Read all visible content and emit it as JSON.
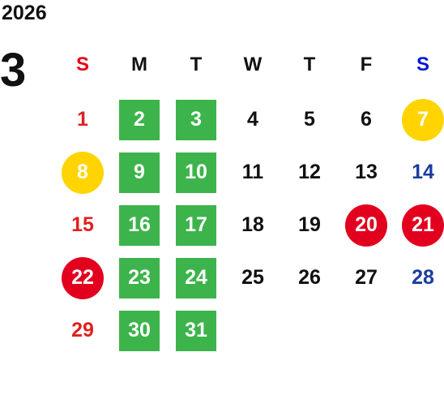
{
  "calendar": {
    "year": "2026",
    "month": "3",
    "weekdays": [
      "S",
      "M",
      "T",
      "W",
      "T",
      "F",
      "S"
    ],
    "weeks": [
      [
        {
          "day": "1",
          "style": "sun"
        },
        {
          "day": "2",
          "style": "green"
        },
        {
          "day": "3",
          "style": "green"
        },
        {
          "day": "4",
          "style": "normal"
        },
        {
          "day": "5",
          "style": "normal"
        },
        {
          "day": "6",
          "style": "normal"
        },
        {
          "day": "7",
          "style": "yellow-circle"
        }
      ],
      [
        {
          "day": "8",
          "style": "yellow-circle"
        },
        {
          "day": "9",
          "style": "green"
        },
        {
          "day": "10",
          "style": "green"
        },
        {
          "day": "11",
          "style": "normal"
        },
        {
          "day": "12",
          "style": "normal"
        },
        {
          "day": "13",
          "style": "normal"
        },
        {
          "day": "14",
          "style": "sat"
        }
      ],
      [
        {
          "day": "15",
          "style": "sun"
        },
        {
          "day": "16",
          "style": "green"
        },
        {
          "day": "17",
          "style": "green"
        },
        {
          "day": "18",
          "style": "normal"
        },
        {
          "day": "19",
          "style": "normal"
        },
        {
          "day": "20",
          "style": "red-circle"
        },
        {
          "day": "21",
          "style": "red-circle"
        }
      ],
      [
        {
          "day": "22",
          "style": "red-circle"
        },
        {
          "day": "23",
          "style": "green"
        },
        {
          "day": "24",
          "style": "green"
        },
        {
          "day": "25",
          "style": "normal"
        },
        {
          "day": "26",
          "style": "normal"
        },
        {
          "day": "27",
          "style": "normal"
        },
        {
          "day": "28",
          "style": "sat"
        }
      ],
      [
        {
          "day": "29",
          "style": "sun"
        },
        {
          "day": "30",
          "style": "green"
        },
        {
          "day": "31",
          "style": "green"
        },
        {
          "day": "",
          "style": "empty"
        },
        {
          "day": "",
          "style": "empty"
        },
        {
          "day": "",
          "style": "empty"
        },
        {
          "day": "",
          "style": "empty"
        }
      ]
    ],
    "colors": {
      "sunday": "#e02020",
      "saturday": "#1a3d9e",
      "green_highlight": "#3cb44b",
      "red_highlight": "#e3001f",
      "yellow_highlight": "#ffd400"
    }
  }
}
